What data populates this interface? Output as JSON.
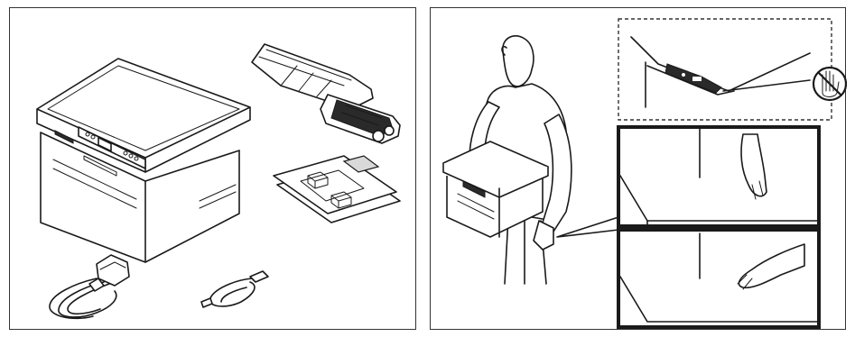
{
  "figure": {
    "left_panel": {
      "items": [
        "printer",
        "toner-container",
        "manuals",
        "power-cord",
        "usb-cable"
      ]
    },
    "right_panel": {
      "items": [
        "person-carrying-printer",
        "operation-panel-detail",
        "hand-grip-detail-top",
        "hand-grip-detail-bottom"
      ],
      "warning_icon": "no-touch-hand-icon"
    },
    "colors": {
      "line": "#1a1a1a",
      "fill": "#ffffff",
      "dark": "#2a2a2a",
      "gray": "#d9d9d9"
    }
  }
}
